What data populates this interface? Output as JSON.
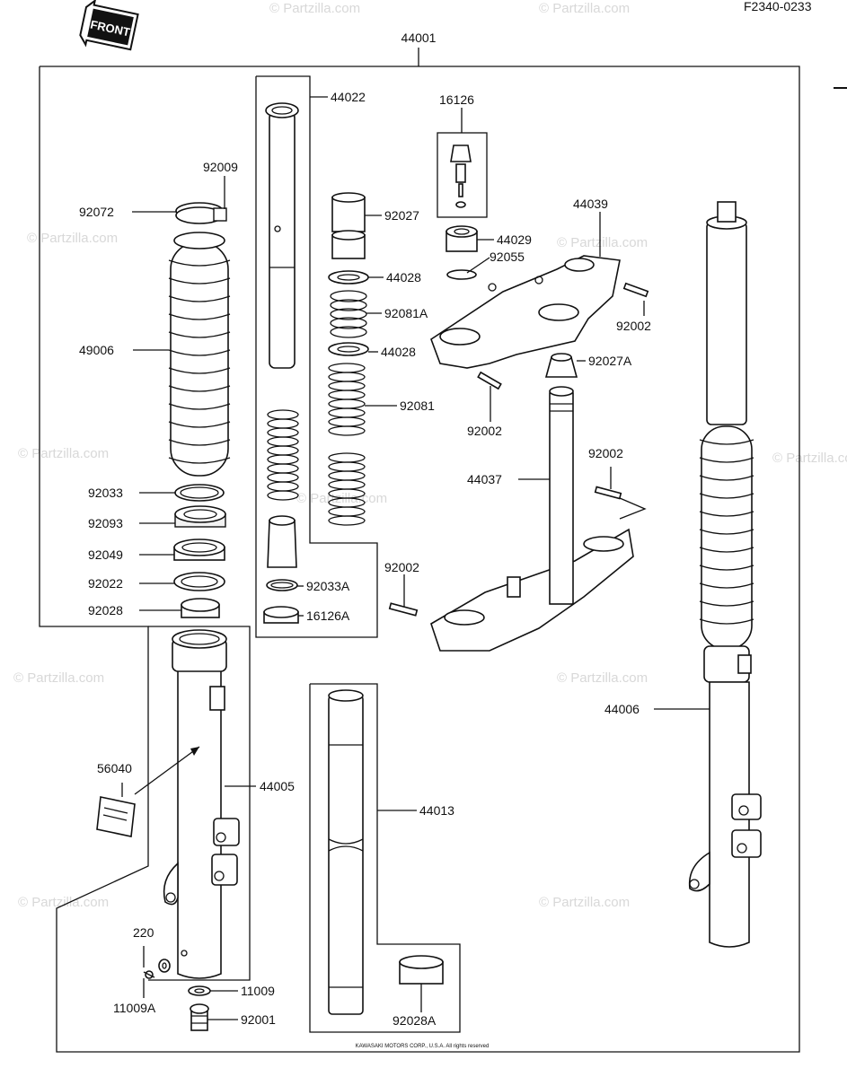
{
  "figure_code": "F2340-0233",
  "front_label": "FRONT",
  "watermark": "© Partzilla.com",
  "copyright": "KAWASAKI MOTORS CORP., U.S.A. All rights reserved",
  "callouts": {
    "c44001": "44001",
    "c44022": "44022",
    "c16126": "16126",
    "c92009": "92009",
    "c92072": "92072",
    "c92027": "92027",
    "c44039": "44039",
    "c44029": "44029",
    "c92055": "92055",
    "c44028": "44028",
    "c92081A": "92081A",
    "c92002": "92002",
    "c49006": "49006",
    "c92027A": "92027A",
    "c92081": "92081",
    "c44037": "44037",
    "c92033": "92033",
    "c92093": "92093",
    "c92049": "92049",
    "c92033A": "92033A",
    "c92022": "92022",
    "c16126A": "16126A",
    "c92028": "92028",
    "c44006": "44006",
    "c56040": "56040",
    "c44005": "44005",
    "c44013": "44013",
    "c220": "220",
    "c11009": "11009",
    "c11009A": "11009A",
    "c92001": "92001",
    "c92028A": "92028A"
  }
}
